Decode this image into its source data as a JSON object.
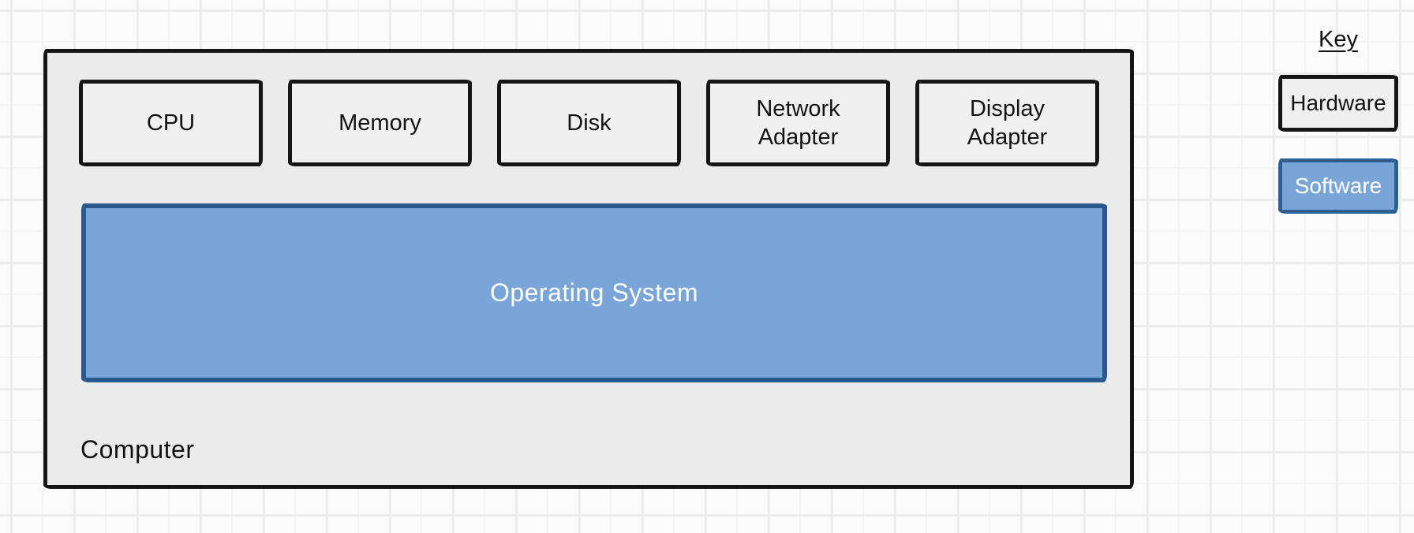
{
  "diagram": {
    "computer": {
      "label": "Computer",
      "hardware_components": [
        {
          "label": "CPU"
        },
        {
          "label": "Memory"
        },
        {
          "label": "Disk"
        },
        {
          "label": "Network Adapter"
        },
        {
          "label": "Display Adapter"
        }
      ],
      "software_components": [
        {
          "label": "Operating System"
        }
      ]
    },
    "key": {
      "title": "Key",
      "entries": [
        {
          "label": "Hardware",
          "type": "hardware"
        },
        {
          "label": "Software",
          "type": "software"
        }
      ]
    },
    "colors": {
      "background": "#fbfbfb",
      "grid_line_minor": "#f4f4f4",
      "grid_line_major": "#ececec",
      "computer_fill": "#ebebeb",
      "computer_border": "#151515",
      "hardware_fill": "#f0f0f0",
      "hardware_border": "#151515",
      "software_fill": "#79a5d8",
      "software_border": "#285a90",
      "text_dark": "#131313",
      "text_light": "#ffffff"
    }
  }
}
